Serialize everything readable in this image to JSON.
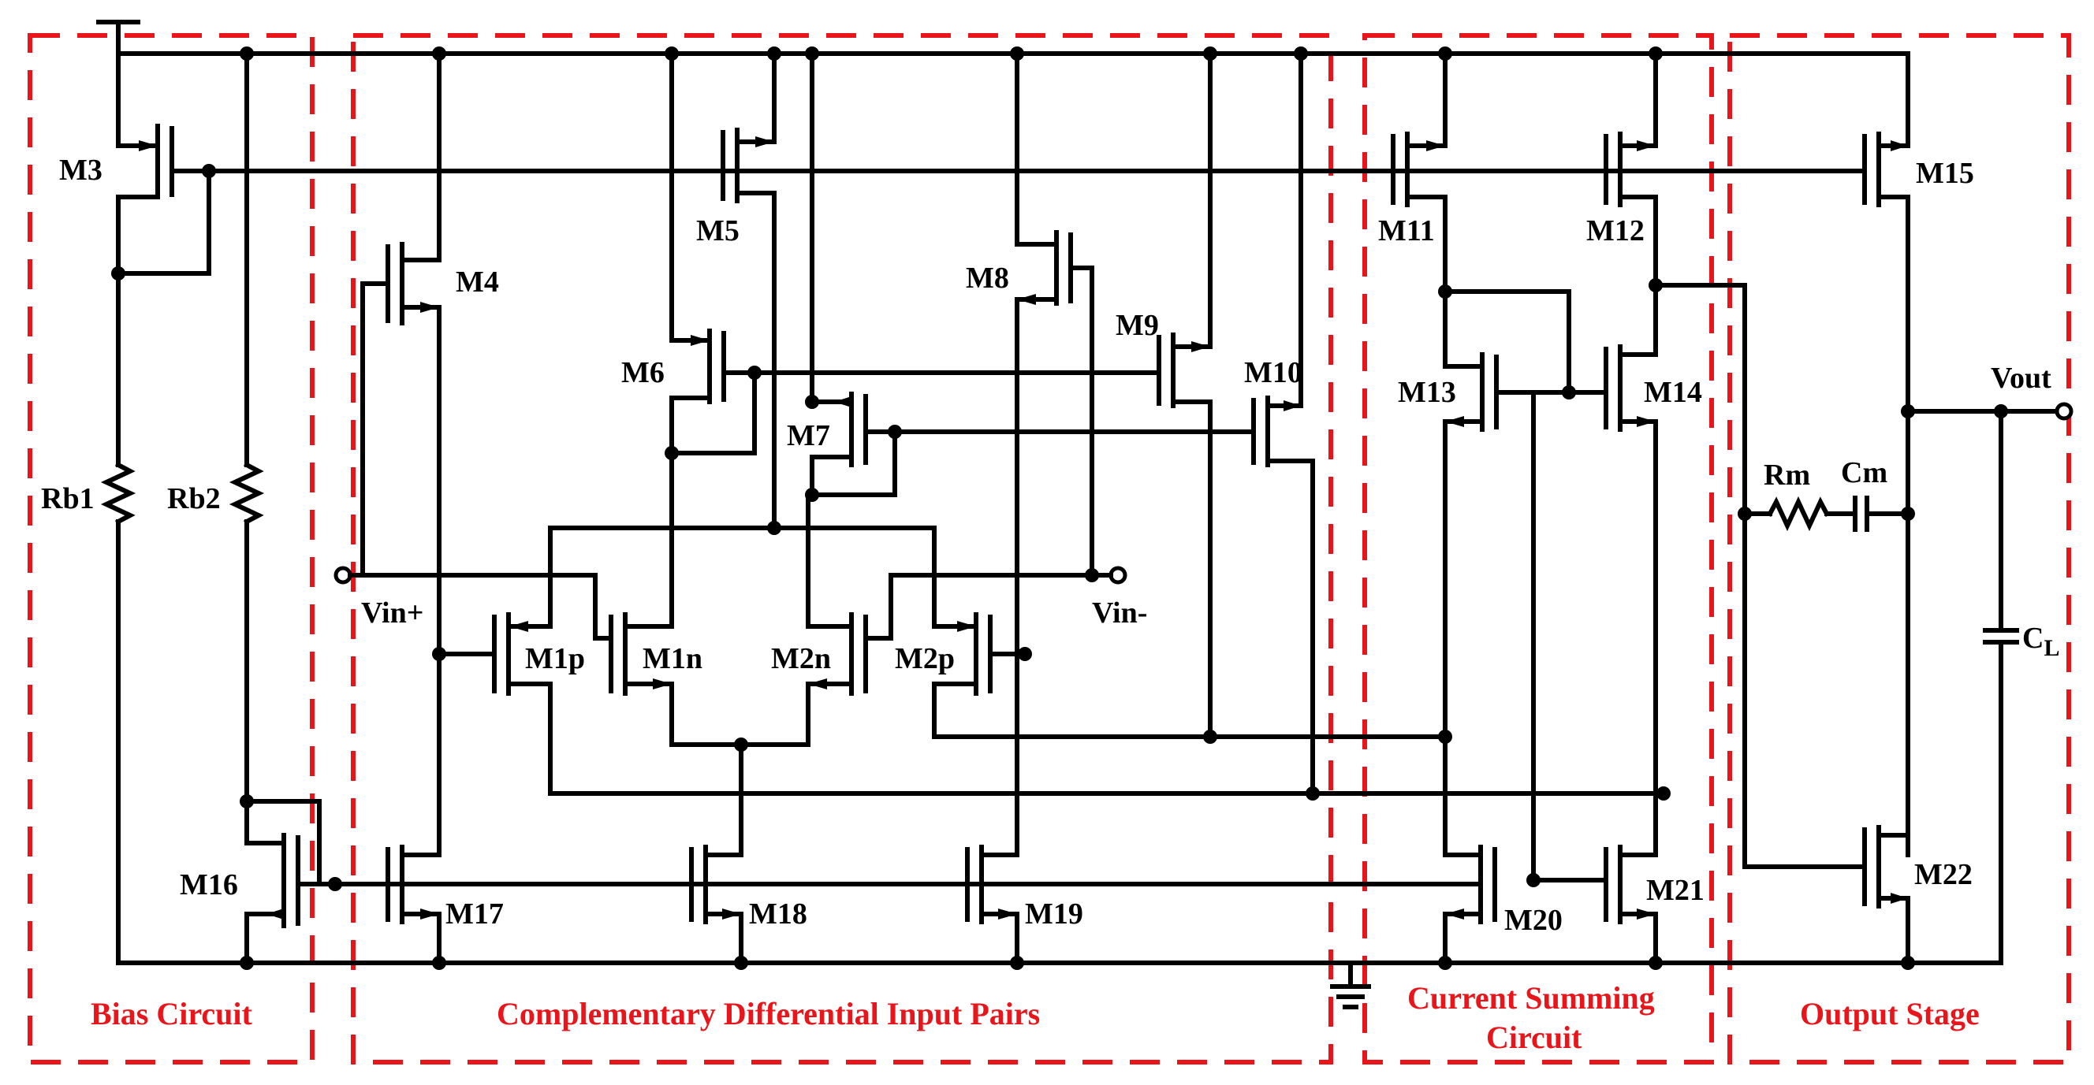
{
  "colors": {
    "section_border": "#e8161b",
    "section_text": "#e8161b",
    "wire": "#000000"
  },
  "sections": {
    "bias": "Bias Circuit",
    "input_pairs": "Complementary Differential Input Pairs",
    "summing_1": "Current Summing",
    "summing_2": "Circuit",
    "output": "Output Stage"
  },
  "transistors": {
    "m1n": "M1n",
    "m1p": "M1p",
    "m2n": "M2n",
    "m2p": "M2p",
    "m3": "M3",
    "m4": "M4",
    "m5": "M5",
    "m6": "M6",
    "m7": "M7",
    "m8": "M8",
    "m9": "M9",
    "m10": "M10",
    "m11": "M11",
    "m12": "M12",
    "m13": "M13",
    "m14": "M14",
    "m15": "M15",
    "m16": "M16",
    "m17": "M17",
    "m18": "M18",
    "m19": "M19",
    "m20": "M20",
    "m21": "M21",
    "m22": "M22"
  },
  "passives": {
    "rb1": "Rb1",
    "rb2": "Rb2",
    "rm": "Rm",
    "cm": "Cm",
    "cl_main": "C",
    "cl_sub": "L"
  },
  "ports": {
    "vin_plus": "Vin+",
    "vin_minus": "Vin-",
    "vout": "Vout"
  }
}
